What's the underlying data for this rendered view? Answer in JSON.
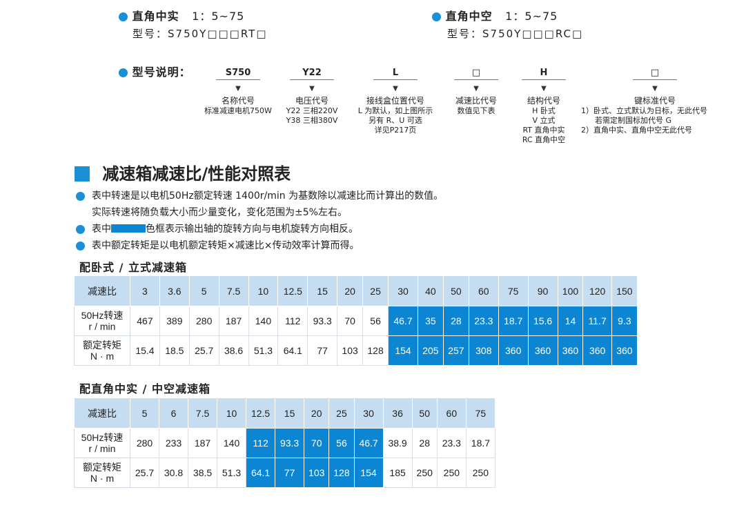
{
  "header": {
    "left": {
      "title": "直角中实",
      "ratio": "1：5~75",
      "model": "型号：S750Y□□□RT□"
    },
    "right": {
      "title": "直角中空",
      "ratio": "1：5~75",
      "model": "型号：S750Y□□□RC□"
    }
  },
  "model_explain": {
    "label": "型号说明：",
    "columns": [
      {
        "code": "S750",
        "name": "名称代号",
        "desc": [
          "标准减速电机750W"
        ]
      },
      {
        "code": "Y22",
        "name": "电压代号",
        "desc": [
          "Y22 三相220V",
          "Y38 三相380V"
        ]
      },
      {
        "code": "L",
        "name": "接线盒位置代号",
        "desc": [
          "L 为默认，如上图所示",
          "另有 R、U 可选",
          "详见P217页"
        ]
      },
      {
        "code": "□",
        "name": "减速比代号",
        "desc": [
          "数值见下表"
        ]
      },
      {
        "code": "H",
        "name": "结构代号",
        "desc": [
          "H  卧式",
          "V  立式",
          "RT 直角中实",
          "RC 直角中空"
        ]
      },
      {
        "code": "□",
        "name": "键标准代号",
        "desc": [
          "1）卧式、立式默认为日标，无此代号",
          "若需定制国标加代号 G",
          "2）直角中实、直角中空无此代号"
        ]
      }
    ],
    "arrow": "▼"
  },
  "section": {
    "title": "减速箱减速比/性能对照表",
    "notes": [
      "表中转速是以电机50Hz额定转速 1400r/min 为基数除以减速比而计算出的数值。",
      "实际转速将随负载大小而少量变化，变化范围为±5%左右。",
      "色框表示输出轴的旋转方向与电机旋转方向相反。",
      "表中额定转矩是以电机额定转矩×减速比×传动效率计算而得。"
    ],
    "note3_prefix": "表中"
  },
  "table1": {
    "title": "配卧式 / 立式减速箱",
    "row_labels": {
      "ratio": "减速比",
      "speed_1": "50Hz转速",
      "speed_2": "r / min",
      "torque_1": "额定转矩",
      "torque_2": "N · m"
    },
    "ratios": [
      "3",
      "3.6",
      "5",
      "7.5",
      "10",
      "12.5",
      "15",
      "20",
      "25",
      "30",
      "40",
      "50",
      "60",
      "75",
      "90",
      "100",
      "120",
      "150"
    ],
    "speeds": [
      "467",
      "389",
      "280",
      "187",
      "140",
      "112",
      "93.3",
      "70",
      "56",
      "46.7",
      "35",
      "28",
      "23.3",
      "18.7",
      "15.6",
      "14",
      "11.7",
      "9.3"
    ],
    "torques": [
      "15.4",
      "18.5",
      "25.7",
      "38.6",
      "51.3",
      "64.1",
      "77",
      "103",
      "128",
      "154",
      "205",
      "257",
      "308",
      "360",
      "360",
      "360",
      "360",
      "360"
    ],
    "blue_start": 9,
    "blue_end": 17
  },
  "table2": {
    "title": "配直角中实 / 中空减速箱",
    "row_labels": {
      "ratio": "减速比",
      "speed_1": "50Hz转速",
      "speed_2": "r / min",
      "torque_1": "额定转矩",
      "torque_2": "N · m"
    },
    "ratios": [
      "5",
      "6",
      "7.5",
      "10",
      "12.5",
      "15",
      "20",
      "25",
      "30",
      "36",
      "50",
      "60",
      "75"
    ],
    "speeds": [
      "280",
      "233",
      "187",
      "140",
      "112",
      "93.3",
      "70",
      "56",
      "46.7",
      "38.9",
      "28",
      "23.3",
      "18.7"
    ],
    "torques": [
      "25.7",
      "30.8",
      "38.5",
      "51.3",
      "64.1",
      "77",
      "103",
      "128",
      "154",
      "185",
      "250",
      "250",
      "250"
    ],
    "blue_start": 4,
    "blue_end": 8
  },
  "colors": {
    "accent": "#1a8fd6",
    "table_blue": "#0c86d3",
    "header_bg": "#c6dcf0"
  }
}
